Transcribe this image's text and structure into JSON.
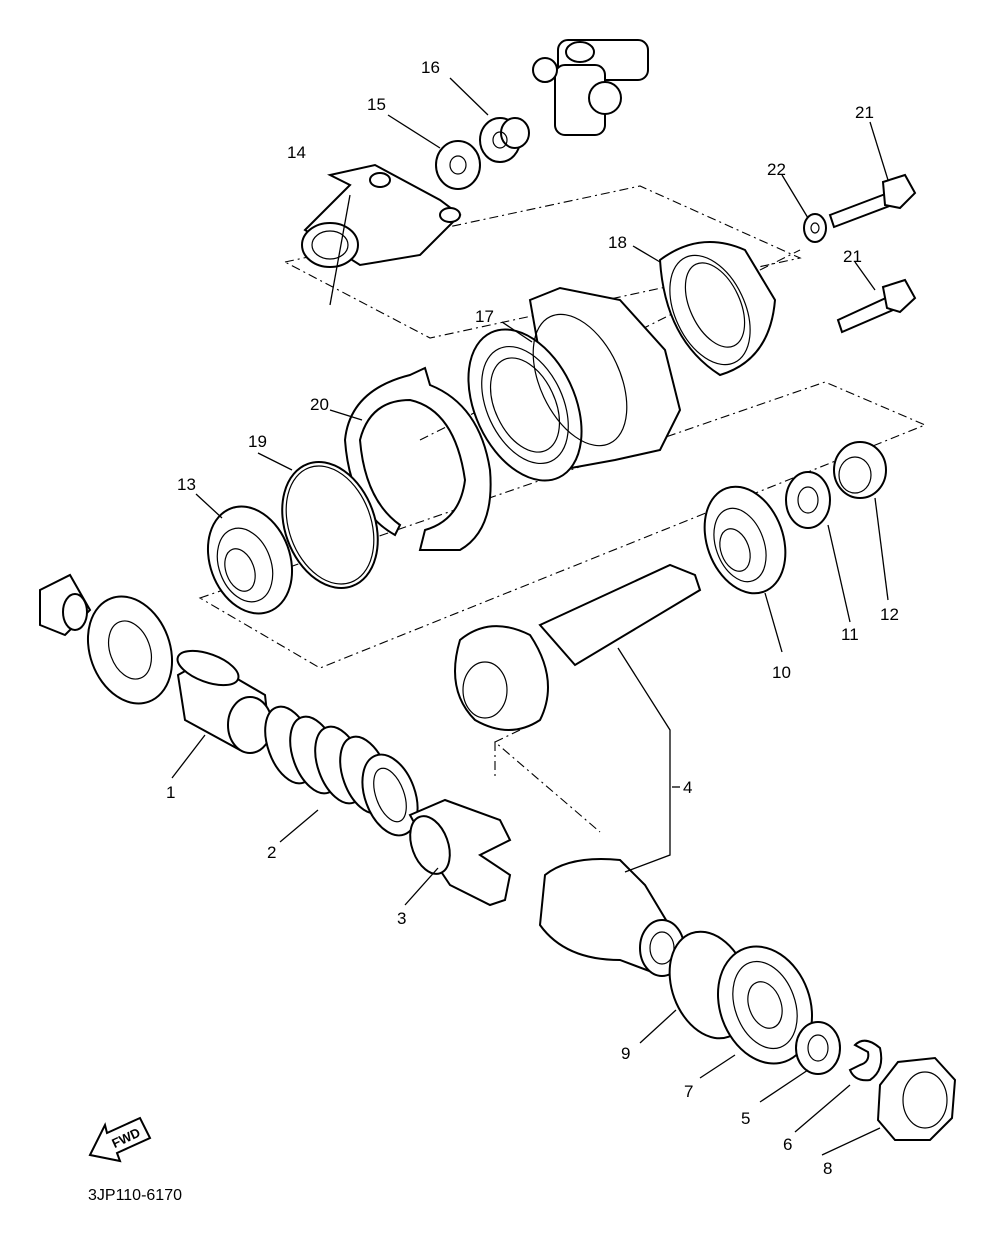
{
  "diagram": {
    "part_code": "3JP110-6170",
    "fwd_label": "FWD",
    "callouts": [
      {
        "id": "c1",
        "label": "1"
      },
      {
        "id": "c2",
        "label": "2"
      },
      {
        "id": "c3",
        "label": "3"
      },
      {
        "id": "c4",
        "label": "4"
      },
      {
        "id": "c5",
        "label": "5"
      },
      {
        "id": "c6",
        "label": "6"
      },
      {
        "id": "c7",
        "label": "7"
      },
      {
        "id": "c8",
        "label": "8"
      },
      {
        "id": "c9",
        "label": "9"
      },
      {
        "id": "c10",
        "label": "10"
      },
      {
        "id": "c11",
        "label": "11"
      },
      {
        "id": "c12",
        "label": "12"
      },
      {
        "id": "c13",
        "label": "13"
      },
      {
        "id": "c14",
        "label": "14"
      },
      {
        "id": "c15",
        "label": "15"
      },
      {
        "id": "c16",
        "label": "16"
      },
      {
        "id": "c17",
        "label": "17"
      },
      {
        "id": "c18",
        "label": "18"
      },
      {
        "id": "c19",
        "label": "19"
      },
      {
        "id": "c20",
        "label": "20"
      },
      {
        "id": "c21a",
        "label": "21"
      },
      {
        "id": "c21b",
        "label": "21"
      },
      {
        "id": "c22",
        "label": "22"
      }
    ]
  }
}
